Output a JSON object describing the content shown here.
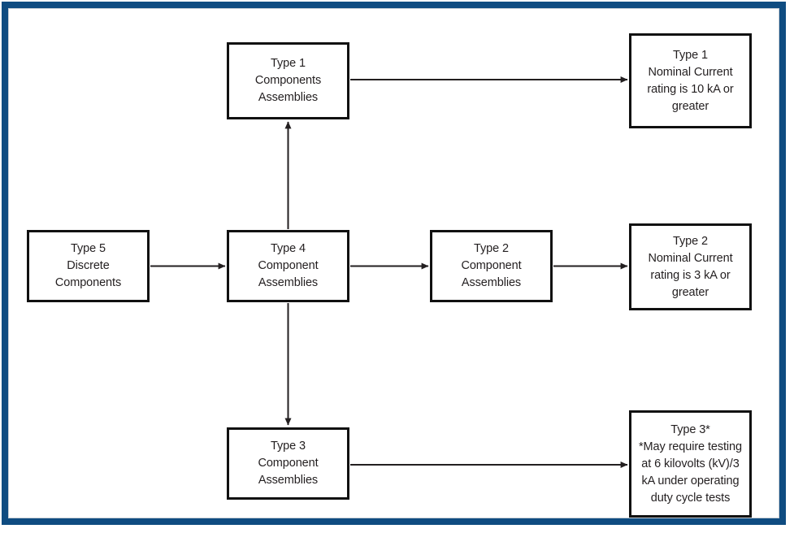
{
  "frame": {
    "border_color": "#0f4c81",
    "inner_hairline_color": "#c8cfd6",
    "background": "#ffffff"
  },
  "diagram": {
    "type": "flowchart",
    "title": "",
    "node_border_color": "#111111",
    "text_color": "#231f20",
    "edge_color": "#231f20",
    "nodes": [
      {
        "id": "type1-components",
        "lines": [
          "Type 1",
          "Components",
          "Assemblies"
        ]
      },
      {
        "id": "type1-nominal",
        "lines": [
          "Type 1",
          "Nominal Current",
          "rating is 10 kA or",
          "greater"
        ]
      },
      {
        "id": "type5-discrete",
        "lines": [
          "Type 5",
          "Discrete",
          "Components"
        ]
      },
      {
        "id": "type4-component",
        "lines": [
          "Type 4",
          "Component",
          "Assemblies"
        ]
      },
      {
        "id": "type2-component",
        "lines": [
          "Type 2",
          "Component",
          "Assemblies"
        ]
      },
      {
        "id": "type2-nominal",
        "lines": [
          "Type 2",
          "Nominal Current",
          "rating is 3 kA or",
          "greater"
        ]
      },
      {
        "id": "type3-component",
        "lines": [
          "Type 3",
          "Component",
          "Assemblies"
        ]
      },
      {
        "id": "type3-note",
        "lines": [
          "Type 3*",
          "*May require testing",
          "at 6 kilovolts (kV)/3",
          "kA under operating",
          "duty cycle tests"
        ]
      }
    ],
    "edges": [
      {
        "id": "type5-to-type4",
        "from": "type5-discrete",
        "to": "type4-component",
        "direction": "right"
      },
      {
        "id": "type4-to-type1",
        "from": "type4-component",
        "to": "type1-components",
        "direction": "up"
      },
      {
        "id": "type4-to-type2",
        "from": "type4-component",
        "to": "type2-component",
        "direction": "right"
      },
      {
        "id": "type4-to-type3",
        "from": "type4-component",
        "to": "type3-component",
        "direction": "down"
      },
      {
        "id": "type1-to-note",
        "from": "type1-components",
        "to": "type1-nominal",
        "direction": "right"
      },
      {
        "id": "type2-to-note",
        "from": "type2-component",
        "to": "type2-nominal",
        "direction": "right"
      },
      {
        "id": "type3-to-note",
        "from": "type3-component",
        "to": "type3-note",
        "direction": "right"
      }
    ]
  }
}
